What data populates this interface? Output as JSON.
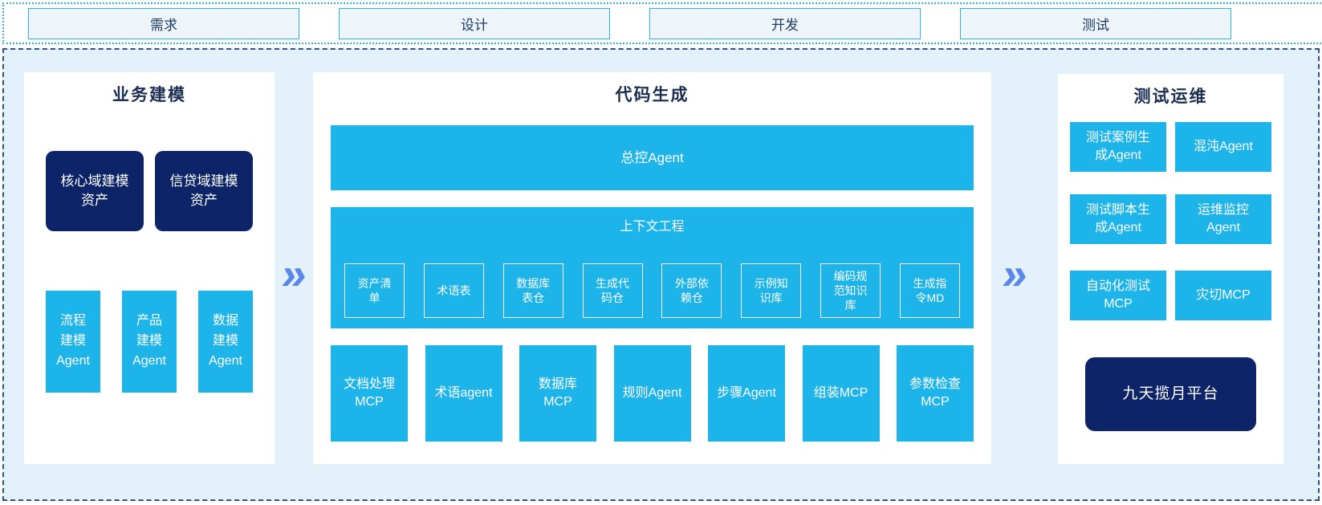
{
  "phases": {
    "items": [
      {
        "label": "需求"
      },
      {
        "label": "设计"
      },
      {
        "label": "开发"
      },
      {
        "label": "测试"
      }
    ]
  },
  "arrow_glyph": "»",
  "business_modeling": {
    "title": "业务建模",
    "assets": [
      {
        "label": "核心域建模\n资产"
      },
      {
        "label": "信贷域建模\n资产"
      }
    ],
    "agents": [
      {
        "label": "流程\n建模\nAgent"
      },
      {
        "label": "产品\n建模\nAgent"
      },
      {
        "label": "数据\n建模\nAgent"
      }
    ]
  },
  "code_generation": {
    "title": "代码生成",
    "master_agent": "总控Agent",
    "context_engineering": {
      "title": "上下文工程",
      "items": [
        {
          "label": "资产清\n单"
        },
        {
          "label": "术语表"
        },
        {
          "label": "数据库\n表仓"
        },
        {
          "label": "生成代\n码仓"
        },
        {
          "label": "外部依\n赖仓"
        },
        {
          "label": "示例知\n识库"
        },
        {
          "label": "编码规\n范知识\n库"
        },
        {
          "label": "生成指\n令MD"
        }
      ]
    },
    "workers": [
      {
        "label": "文档处理\nMCP"
      },
      {
        "label": "术语agent"
      },
      {
        "label": "数据库\nMCP"
      },
      {
        "label": "规则Agent"
      },
      {
        "label": "步骤Agent"
      },
      {
        "label": "组装MCP"
      },
      {
        "label": "参数检查\nMCP"
      }
    ]
  },
  "test_ops": {
    "title": "测试运维",
    "boxes": [
      {
        "label": "测试案例生\n成Agent"
      },
      {
        "label": "混沌Agent"
      },
      {
        "label": "测试脚本生\n成Agent"
      },
      {
        "label": "运维监控\nAgent"
      },
      {
        "label": "自动化测试\nMCP"
      },
      {
        "label": "灾切MCP"
      }
    ],
    "platform": "九天揽月平台"
  },
  "colors": {
    "cyan": "#1db4ea",
    "navy": "#0d2468",
    "panel_background": "#e3f1fb",
    "chevron_blue": "#5b87e8",
    "phase_border_cyan": "#2fb3e6",
    "dashed_border": "#33517e",
    "title_text": "#1b2e52"
  }
}
